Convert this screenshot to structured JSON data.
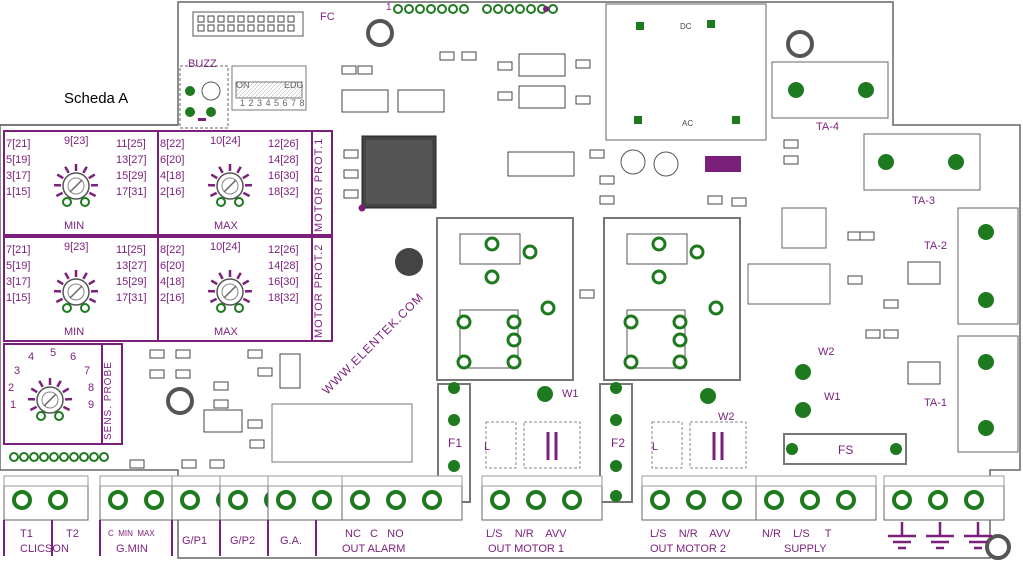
{
  "board": {
    "title": "Scheda A",
    "website": "WWW.ELENTEK.COM",
    "colors": {
      "accent": "#7a1f7a",
      "pad": "#1e7a1e",
      "outline": "#555555"
    }
  },
  "top": {
    "fc": "FC",
    "pin1": "1",
    "buzz": "BUZZ",
    "dc": "DC",
    "ac": "AC"
  },
  "dip": {
    "on": "ON",
    "edg": "EDG",
    "numbers": "1 2 3 4 5 6 7 8"
  },
  "motor_prot_1": {
    "side": "MOTOR PROT.1",
    "min": {
      "label": "MIN",
      "left": [
        "7[21]",
        "5[19]",
        "3[17]",
        "1[15]"
      ],
      "right": [
        "11[25]",
        "13[27]",
        "15[29]",
        "17[31]"
      ],
      "top": "9[23]"
    },
    "max": {
      "label": "MAX",
      "left": [
        "8[22]",
        "6[20]",
        "4[18]",
        "2[16]"
      ],
      "right": [
        "12[26]",
        "14[28]",
        "16[30]",
        "18[32]"
      ],
      "top": "10[24]"
    }
  },
  "motor_prot_2": {
    "side": "MOTOR PROT.2",
    "min": {
      "label": "MIN",
      "left": [
        "7[21]",
        "5[19]",
        "3[17]",
        "1[15]"
      ],
      "right": [
        "11[25]",
        "13[27]",
        "15[29]",
        "17[31]"
      ],
      "top": "9[23]"
    },
    "max": {
      "label": "MAX",
      "left": [
        "8[22]",
        "6[20]",
        "4[18]",
        "2[16]"
      ],
      "right": [
        "12[26]",
        "14[28]",
        "16[30]",
        "18[32]"
      ],
      "top": "10[24]"
    }
  },
  "sens_probe": {
    "side": "SENS. PROBE",
    "dial": [
      "1",
      "2",
      "3",
      "4",
      "5",
      "6",
      "7",
      "8",
      "9"
    ]
  },
  "ta": {
    "ta1": "TA-1",
    "ta2": "TA-2",
    "ta3": "TA-3",
    "ta4": "TA-4"
  },
  "parts": {
    "f1": "F1",
    "f2": "F2",
    "fs": "FS",
    "w1a": "W1",
    "w2a": "W2",
    "w1b": "W1",
    "w2b": "W2",
    "l1": "L",
    "l2": "L"
  },
  "terminals": {
    "t1": "T1",
    "t2": "T2",
    "clicson": "CLICSON",
    "gmin_sub": "C  MIN  MAX",
    "gmin": "G.MIN",
    "gp1": "G/P1",
    "gp2": "G/P2",
    "ga": "G.A.",
    "alarm_sub": "NC   C   NO",
    "alarm": "OUT ALARM",
    "m1_sub": "L/S    N/R    AVV",
    "m1": "OUT MOTOR 1",
    "m2_sub": "L/S    N/R    AVV",
    "m2": "OUT MOTOR 2",
    "sup_sub": "N/R    L/S     T",
    "supply": "SUPPLY"
  }
}
